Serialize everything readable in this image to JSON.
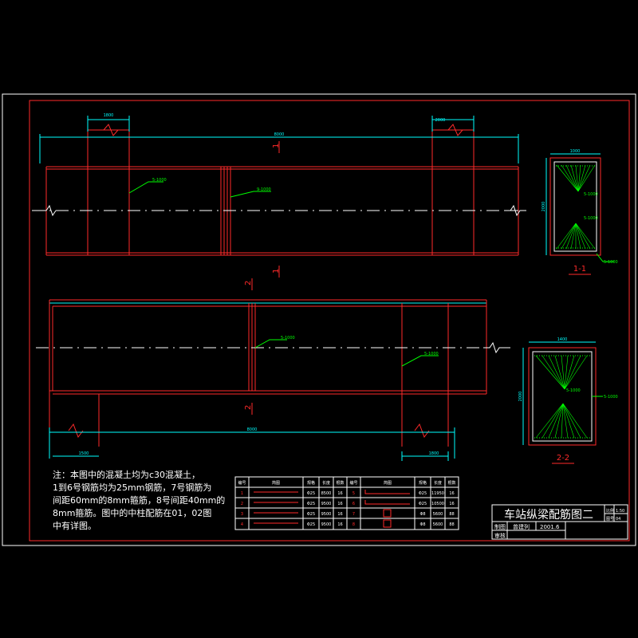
{
  "colors": {
    "frame": "#ffffff",
    "beam": "#ff2a2a",
    "dim": "#00ffff",
    "label": "#00ff00",
    "table": "#ffffff"
  },
  "drawing": {
    "section_1_label": "1-1",
    "section_2_label": "2-2",
    "cut_mark_1": "1",
    "cut_mark_2": "2",
    "dims": {
      "col_width_top_left": "1800",
      "col_width_top_right": "2000",
      "span_top": "8000",
      "span_bottom": "8000",
      "col_width_bottom_left": "1500",
      "col_width_bottom_right": "1800",
      "sec1_width": "1000",
      "sec1_height": "2000",
      "sec2_width": "1400",
      "sec2_height": "2000"
    },
    "rebar_labels": {
      "top_a": "5-1000",
      "top_b": "9-1000",
      "bot_a": "5-1000",
      "bot_b": "5-1000",
      "sec1_top": "5-1000",
      "sec1_mid": "5-1000",
      "sec1_bot": "5-1000",
      "sec2_top": "5-1000",
      "sec2_side": "5-1000"
    }
  },
  "note": {
    "lines": [
      "注：本图中的混凝土均为c30混凝土，",
      "1到6号钢筋均为25mm钢筋，7号钢筋为",
      "间距60mm的8mm箍筋，8号间距40mm的",
      "8mm箍筋。图中的中柱配筋在01，02图",
      "中有详图。"
    ]
  },
  "rebar_table": {
    "headers": [
      "编号",
      "简图",
      "规格",
      "长度",
      "根数",
      "编号",
      "简图",
      "规格",
      "长度",
      "根数"
    ],
    "rows": [
      [
        "1",
        "",
        "Φ25",
        "8500",
        "16",
        "5",
        "",
        "Φ25",
        "11950",
        "16"
      ],
      [
        "2",
        "",
        "Φ25",
        "9500",
        "16",
        "6",
        "",
        "Φ25",
        "10500",
        "16"
      ],
      [
        "3",
        "",
        "Φ25",
        "9500",
        "16",
        "7",
        "",
        "Φ8",
        "5600",
        "88"
      ],
      [
        "4",
        "",
        "Φ25",
        "9500",
        "16",
        "8",
        "",
        "Φ8",
        "5600",
        "88"
      ]
    ]
  },
  "title_block": {
    "title": "车站纵梁配筋图二",
    "scale_label": "比例",
    "scale_value": "1:50",
    "sheet_label": "图号",
    "sheet_value": "04",
    "designer_label": "制图",
    "designer_name": "曾建列",
    "date": "2001.6",
    "reviewer_label": "审核"
  }
}
